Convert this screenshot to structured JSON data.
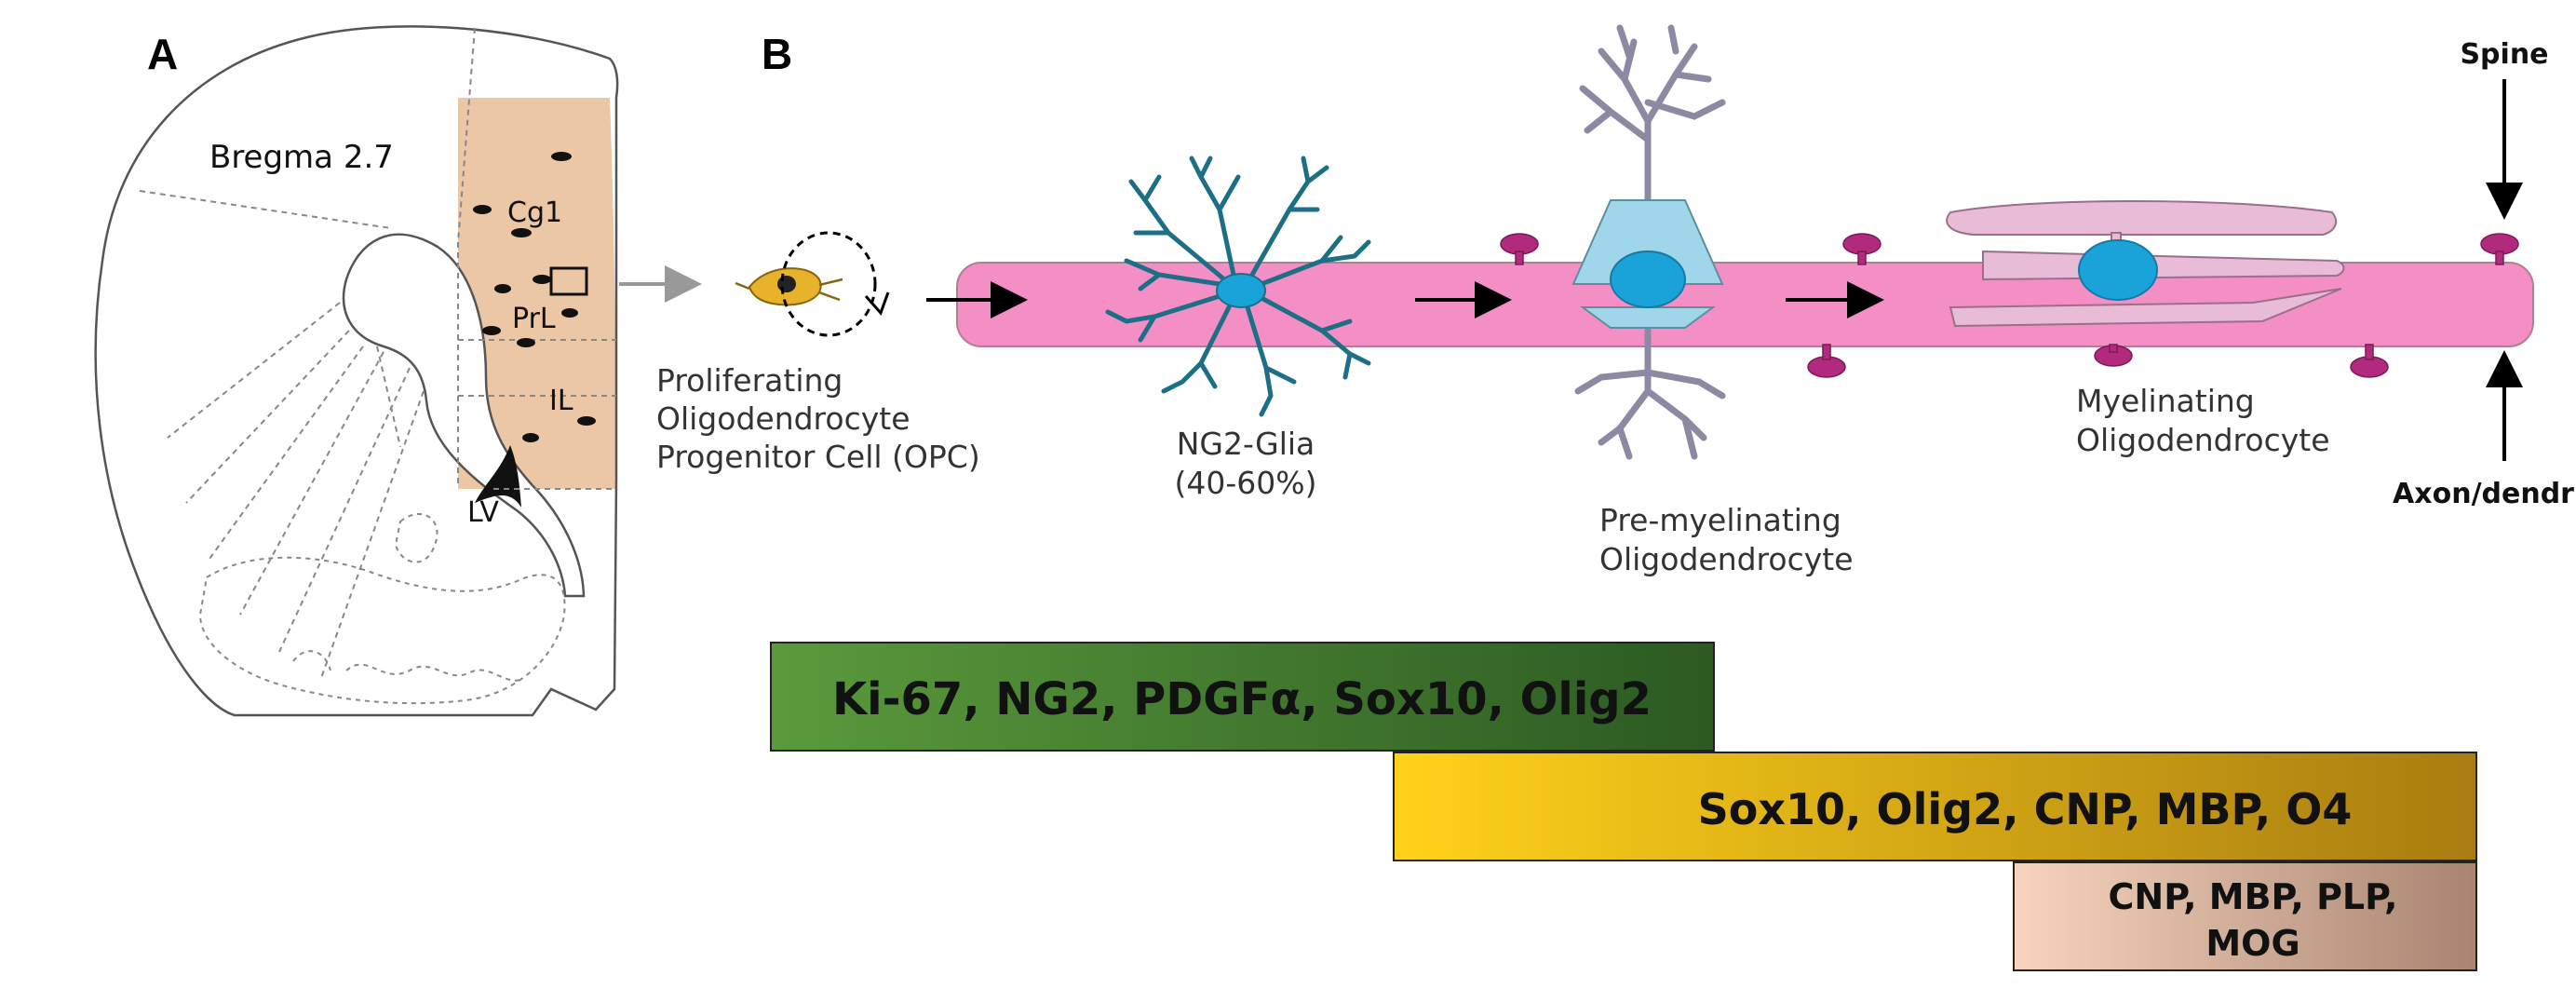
{
  "panel_a": {
    "letter": "A",
    "bregma_label": "Bregma 2.7",
    "regions": {
      "cg1": "Cg1",
      "prl": "PrL",
      "il": "IL",
      "lv": "LV"
    },
    "colors": {
      "mpfc_fill": "#ecc7a6",
      "outline": "#666666"
    }
  },
  "panel_b": {
    "letter": "B",
    "stages": {
      "opc": [
        "Proliferating",
        "Oligodendrocyte",
        "Progenitor Cell (OPC)"
      ],
      "ng2": [
        "NG2-Glia",
        "(40-60%)"
      ],
      "premyelinating": [
        "Pre-myelinating",
        "Oligodendrocyte"
      ],
      "myelinating": [
        "Myelinating",
        "Oligodendrocyte"
      ]
    },
    "external_labels": {
      "spine": "Spine",
      "axon": "Axon/dendrite"
    },
    "marker_bars": [
      {
        "text": [
          "Ki-67, NG2, PDGFα, Sox10, Olig2"
        ],
        "colors": [
          "#5a9a3c",
          "#2c5a22"
        ]
      },
      {
        "text": [
          "Sox10, Olig2, CNP, MBP, O4"
        ],
        "colors": [
          "#ffd21a",
          "#a97d10"
        ]
      },
      {
        "text": [
          "CNP, MBP, PLP,",
          "MOG"
        ],
        "colors": [
          "#f7d4bd",
          "#a88572"
        ]
      }
    ],
    "colors": {
      "axon": "#f48fc5",
      "spine": "#b12a7e",
      "nucleus": "#1aa3d8",
      "ng2_process": "#1c6f86",
      "premyel_body": "#9fd6ea",
      "premyel_process": "#9a98ae",
      "myelin": "#e8bbd6",
      "opc_cell": "#e8b22a"
    }
  }
}
